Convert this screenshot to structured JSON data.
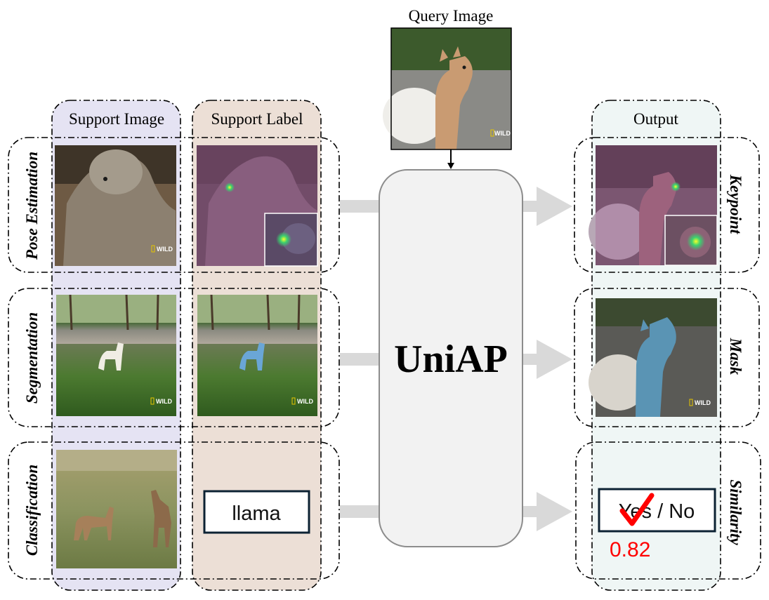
{
  "query": {
    "label": "Query Image",
    "watermark": "WILD"
  },
  "columns": {
    "support_image": "Support Image",
    "support_label": "Support Label",
    "output": "Output"
  },
  "tasks": {
    "pose": "Pose Estimation",
    "segmentation": "Segmentation",
    "classification": "Classification"
  },
  "outputs": {
    "keypoint": "Keypoint",
    "mask": "Mask",
    "similarity": "Similarity"
  },
  "model": {
    "name": "UniAP"
  },
  "classification": {
    "label": "llama"
  },
  "similarity": {
    "answer": "Yes / No",
    "score": "0.82"
  },
  "watermark": "WILD",
  "colors": {
    "support_image_bg": "#e5e3f3",
    "support_label_bg": "#ecdfd6",
    "output_bg": "#eff6f5",
    "model_box": "#f2f2f2",
    "arrow": "#d9d9d9",
    "check": "#ff0000",
    "score": "#ff0000"
  }
}
